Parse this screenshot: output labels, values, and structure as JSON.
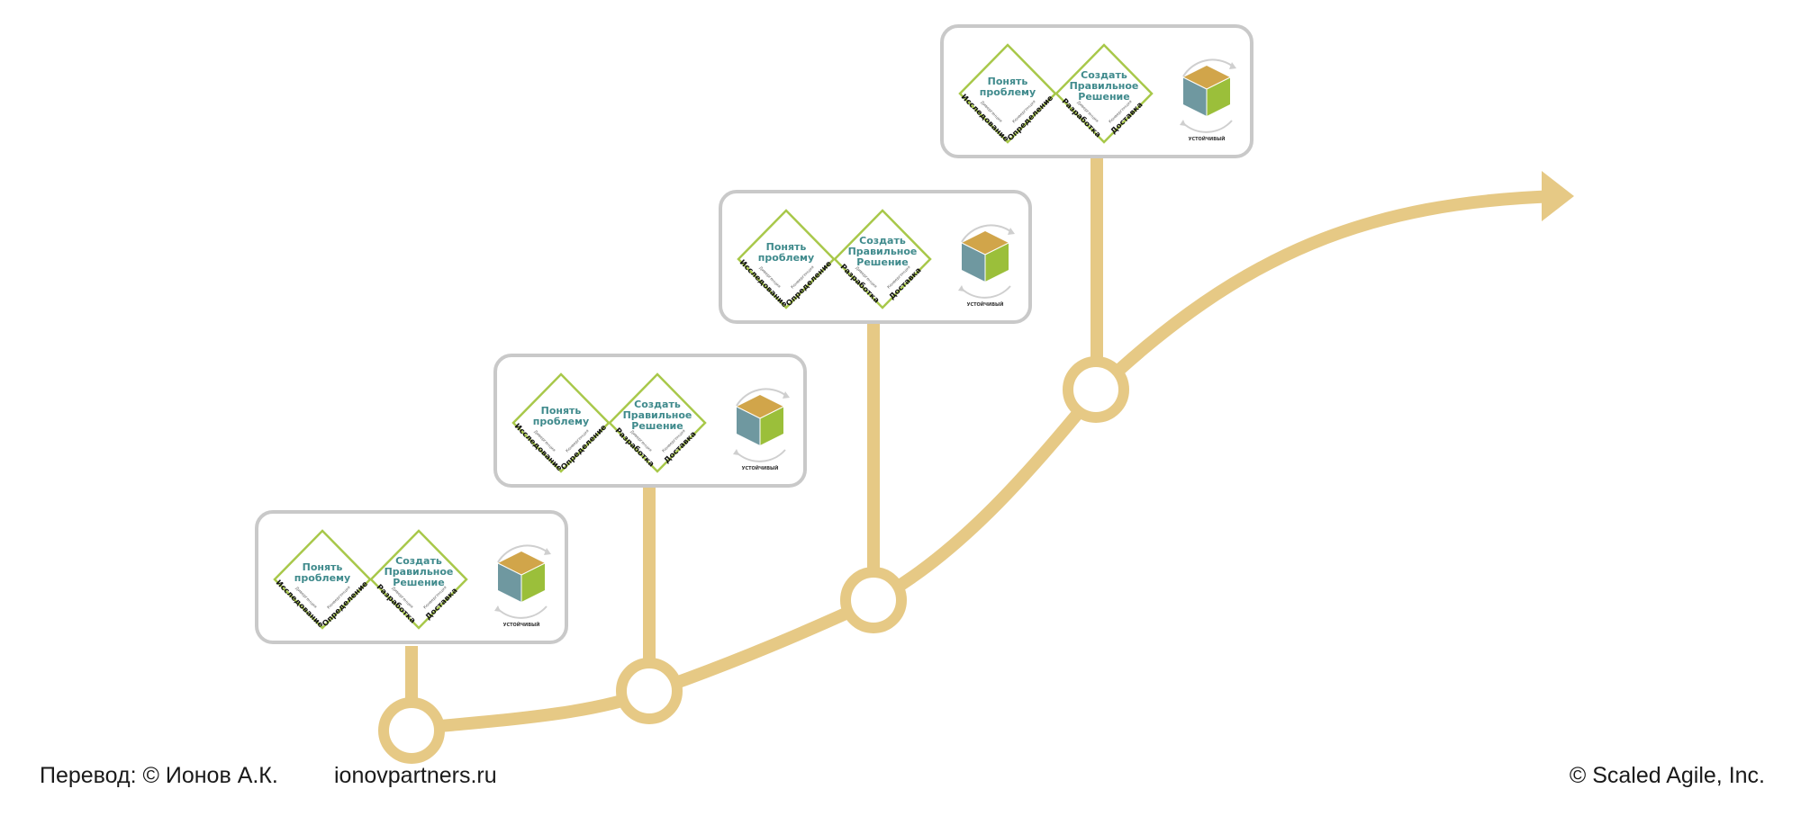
{
  "colors": {
    "path": "#e6c985",
    "card_border": "#c9c9c9",
    "diamond": "#a8c84a",
    "diamond_text": "#3f8a8c",
    "cube_top": "#d1a54a",
    "cube_left": "#6f98a0",
    "cube_right": "#9bbf3a"
  },
  "icons": {
    "arrowhead": "arrow-right-icon",
    "cube": "cube-icon",
    "cycle": "cycle-arrows-icon"
  },
  "cards": [
    {
      "diamond1": {
        "title_l1": "Понять",
        "title_l2": "проблему",
        "left_label": "Исследование",
        "right_label": "Определение",
        "left_tiny": "Дивергенция",
        "right_tiny": "Конвергенция"
      },
      "diamond2": {
        "title_l1": "Создать",
        "title_l2": "Правильное",
        "title_l3": "Решение",
        "left_label": "Разработка",
        "right_label": "Доставка",
        "left_tiny": "Дивергенция",
        "right_tiny": "Конвергенция"
      },
      "cube_caption": "УСТОЙЧИВЫЙ"
    },
    {
      "diamond1": {
        "title_l1": "Понять",
        "title_l2": "проблему",
        "left_label": "Исследование",
        "right_label": "Определение",
        "left_tiny": "Дивергенция",
        "right_tiny": "Конвергенция"
      },
      "diamond2": {
        "title_l1": "Создать",
        "title_l2": "Правильное",
        "title_l3": "Решение",
        "left_label": "Разработка",
        "right_label": "Доставка",
        "left_tiny": "Дивергенция",
        "right_tiny": "Конвергенция"
      },
      "cube_caption": "УСТОЙЧИВЫЙ"
    },
    {
      "diamond1": {
        "title_l1": "Понять",
        "title_l2": "проблему",
        "left_label": "Исследование",
        "right_label": "Определение",
        "left_tiny": "Дивергенция",
        "right_tiny": "Конвергенция"
      },
      "diamond2": {
        "title_l1": "Создать",
        "title_l2": "Правильное",
        "title_l3": "Решение",
        "left_label": "Разработка",
        "right_label": "Доставка",
        "left_tiny": "Дивергенция",
        "right_tiny": "Конвергенция"
      },
      "cube_caption": "УСТОЙЧИВЫЙ"
    },
    {
      "diamond1": {
        "title_l1": "Понять",
        "title_l2": "проблему",
        "left_label": "Исследование",
        "right_label": "Определение",
        "left_tiny": "Дивергенция",
        "right_tiny": "Конвергенция"
      },
      "diamond2": {
        "title_l1": "Создать",
        "title_l2": "Правильное",
        "title_l3": "Решение",
        "left_label": "Разработка",
        "right_label": "Доставка",
        "left_tiny": "Дивергенция",
        "right_tiny": "Конвергенция"
      },
      "cube_caption": "УСТОЙЧИВЫЙ"
    }
  ],
  "footer": {
    "translation": "Перевод: © Ионов А.К.",
    "website": "ionovpartners.ru",
    "copyright": "© Scaled Agile,  Inc."
  }
}
